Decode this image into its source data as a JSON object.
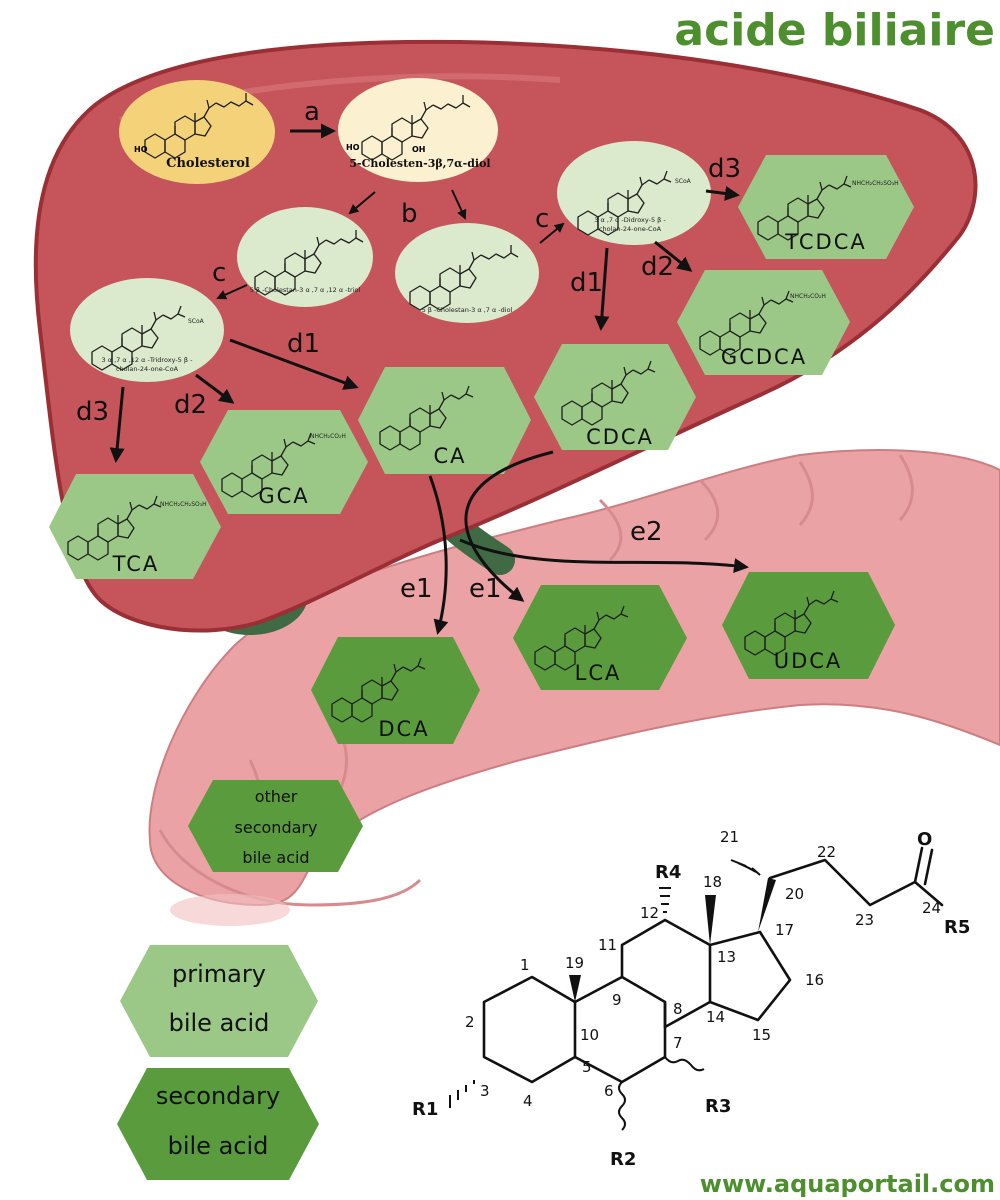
{
  "header": {
    "title": "acide biliaire"
  },
  "footer": {
    "url": "www.aquaportail.com"
  },
  "colors": {
    "liver": "#c5555b",
    "liver_edge": "#9a2f36",
    "intestine": "#eba2a4",
    "gallbladder": "#3f6a44",
    "cholesterol_fill": "#f3d27a",
    "intermediate_fill": "#fbf0cf",
    "precursor_fill": "#dbe9cc",
    "primary_fill": "#9cc887",
    "secondary_fill": "#5a9b3d",
    "title_green": "#4d8f2f"
  },
  "molecules": {
    "cholesterol": {
      "name": "Cholesterol",
      "ho": "HO"
    },
    "diol": {
      "name": "5-Cholesten-3β,7α-diol",
      "ho": "HO",
      "oh": "OH"
    },
    "triol": {
      "name": "5 β -Cholestan-3 α ,7 α ,12 α -triol"
    },
    "diol2": {
      "name": "5 β -Cholestan-3 α ,7 α -diol"
    },
    "coa_left": {
      "name_line1": "3 α ,7 α ,12 α -Tridroxy-5 β -",
      "name_line2": "cholan-24-one-CoA",
      "group": "SCoA"
    },
    "coa_right": {
      "name_line1": "3 α ,7 α -Didroxy-5 β -",
      "name_line2": "cholan-24-one-CoA",
      "group": "SCoA"
    }
  },
  "acids": {
    "tcdca": {
      "label": "TCDCA",
      "group": "NHCH₂CH₂SO₃H"
    },
    "gcdca": {
      "label": "GCDCA",
      "group": "NHCH₂CO₂H"
    },
    "cdca": {
      "label": "CDCA"
    },
    "ca": {
      "label": "CA"
    },
    "gca": {
      "label": "GCA",
      "group": "NHCH₂CO₂H"
    },
    "tca": {
      "label": "TCA",
      "group": "NHCH₂CH₂SO₃H"
    },
    "dca": {
      "label": "DCA"
    },
    "lca": {
      "label": "LCA"
    },
    "udca": {
      "label": "UDCA"
    }
  },
  "other_secondary": {
    "line1": "other",
    "line2": "secondary",
    "line3": "bile acid"
  },
  "arrows": {
    "a": "a",
    "b": "b",
    "c": "c",
    "d1": "d1",
    "d2": "d2",
    "d3": "d3",
    "e1": "e1",
    "e2": "e2"
  },
  "legend": {
    "primary_line1": "primary",
    "primary_line2": "bile acid",
    "secondary_line1": "secondary",
    "secondary_line2": "bile acid"
  },
  "structure": {
    "numbers": [
      "1",
      "2",
      "3",
      "4",
      "5",
      "6",
      "7",
      "8",
      "9",
      "10",
      "11",
      "12",
      "13",
      "14",
      "15",
      "16",
      "17",
      "18",
      "19",
      "20",
      "21",
      "22",
      "23",
      "24"
    ],
    "r1": "R1",
    "r2": "R2",
    "r3": "R3",
    "r4": "R4",
    "r5": "R5",
    "oxygen": "O"
  }
}
